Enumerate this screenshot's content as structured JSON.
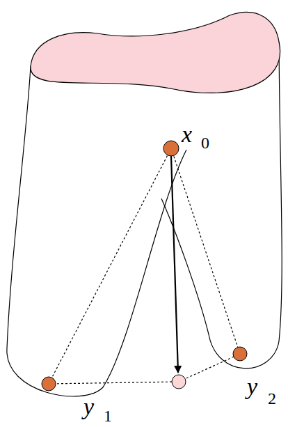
{
  "diagram": {
    "labels": [
      "x",
      "0",
      "y",
      "1",
      "y",
      "2"
    ]
  }
}
